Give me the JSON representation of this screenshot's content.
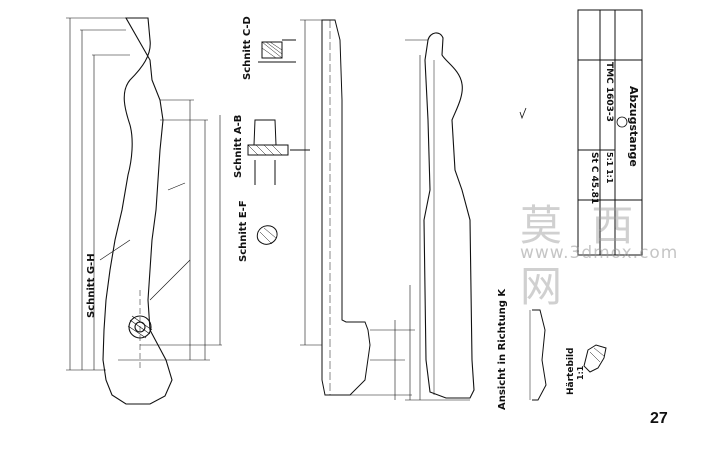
{
  "drawing": {
    "section_labels": {
      "section_cd": "Schnitt C-D",
      "section_ab": "Schnitt A-B",
      "section_ef": "Schnitt E-F",
      "section_gh": "Schnitt G-H"
    },
    "view_k": "Ansicht in Richtung K",
    "surface_detail": "Härtebild",
    "surface_scale": "1:1"
  },
  "title_block": {
    "part_name": "Abzugstange",
    "drawing_number": "TMC 1603-3",
    "model": "St C 45.81",
    "scale": "5:1  1:1"
  },
  "page": {
    "number": "27"
  },
  "watermark": {
    "chinese": "莫 西 网",
    "url": "www.3dmox.com"
  },
  "colors": {
    "line": "#111111",
    "background": "#ffffff",
    "watermark": "#9a9a9a"
  }
}
